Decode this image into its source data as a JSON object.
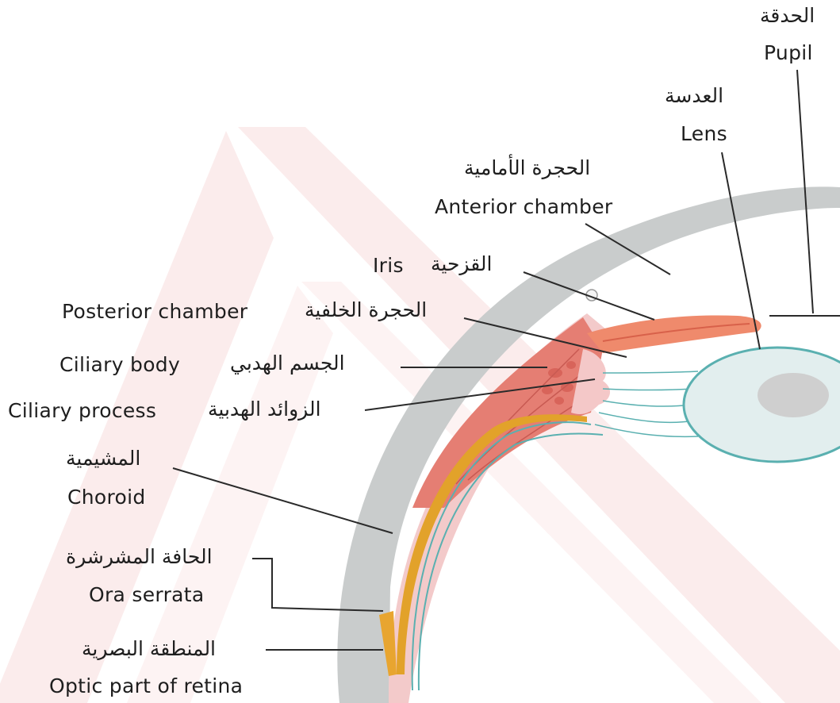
{
  "labels": {
    "pupil": {
      "ar": "الحدقة",
      "en": "Pupil"
    },
    "lens": {
      "ar": "العدسة",
      "en": "Lens"
    },
    "anterior_chamber": {
      "ar": "الحجرة الأمامية",
      "en": "Anterior chamber"
    },
    "iris": {
      "ar": "القزحية",
      "en": "Iris"
    },
    "posterior_chamber": {
      "ar": "الحجرة الخلفية",
      "en": "Posterior chamber"
    },
    "ciliary_body": {
      "ar": "الجسم الهدبي",
      "en": "Ciliary body"
    },
    "ciliary_process": {
      "ar": "الزوائد الهدبية",
      "en": "Ciliary process"
    },
    "choroid": {
      "ar": "المشيمية",
      "en": "Choroid"
    },
    "ora_serrata": {
      "ar": "الحافة المشرشرة",
      "en": "Ora serrata"
    },
    "optic_part": {
      "ar": "المنطقة البصرية",
      "en": "Optic part of retina"
    }
  },
  "colors": {
    "watermark": "#f7e3e3",
    "sclera": "#c9cccc",
    "choroid": "#f1c4c4",
    "ciliary_muscle": "#e1756a",
    "iris": "#ef8a6c",
    "lens": "#e2eeee",
    "lens_outline": "#5ab0b0",
    "retina": "#e2a22a",
    "leader_line": "#2a2a2a"
  }
}
